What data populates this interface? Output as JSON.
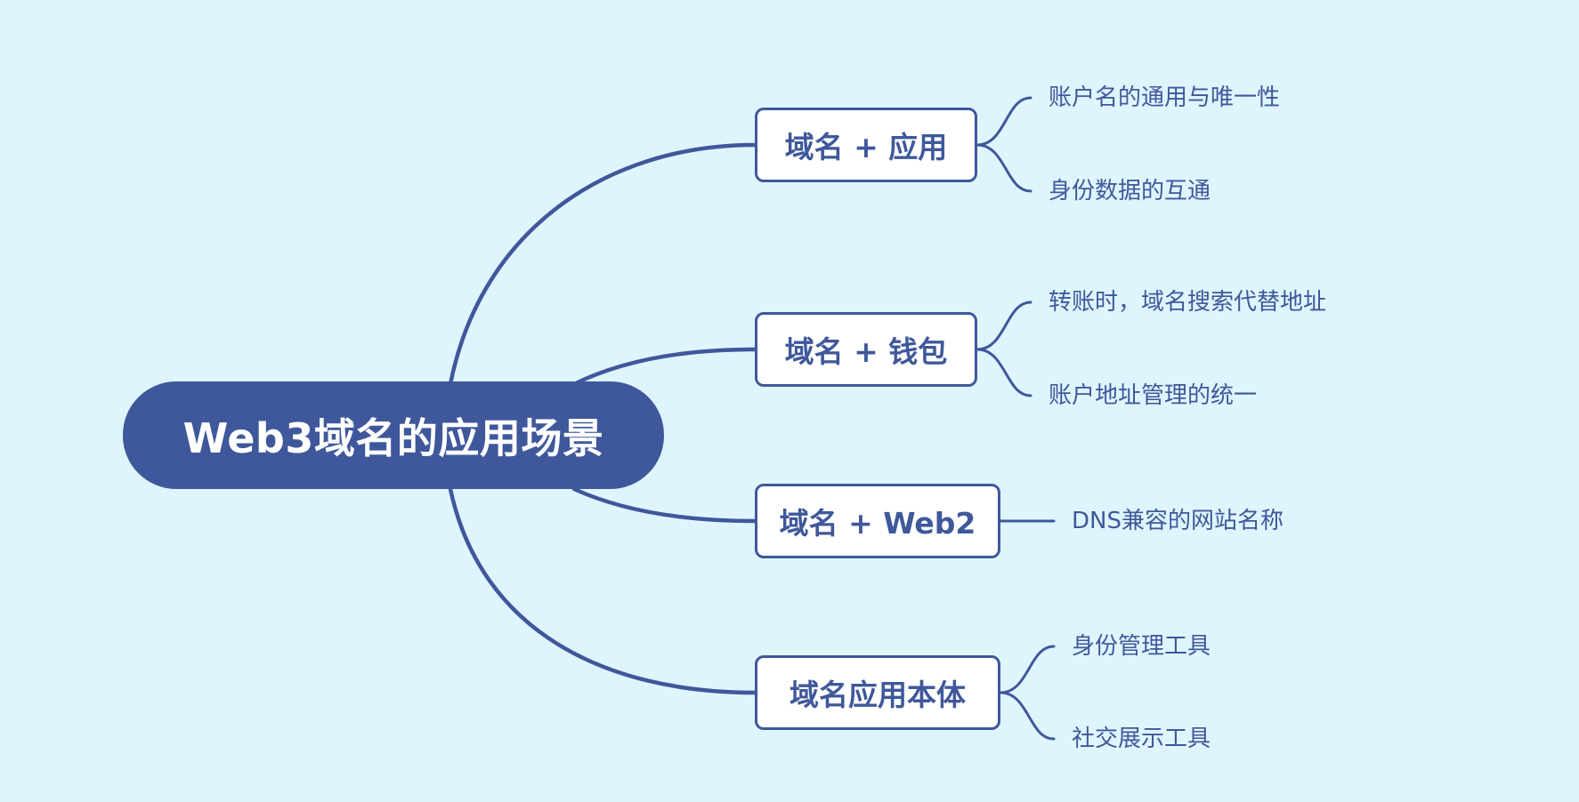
{
  "root": {
    "label": "Web3域名的应用场景"
  },
  "branches": [
    {
      "label": "域名 + 应用",
      "children": [
        "账户名的通用与唯一性",
        "身份数据的互通"
      ]
    },
    {
      "label": "域名 + 钱包",
      "children": [
        "转账时，域名搜索代替地址",
        "账户地址管理的统一"
      ]
    },
    {
      "label": "域名 + Web2",
      "children": [
        "DNS兼容的网站名称"
      ]
    },
    {
      "label": "域名应用本体",
      "children": [
        "身份管理工具",
        "社交展示工具"
      ]
    }
  ],
  "colors": {
    "background": "#dff5fd",
    "primary": "#3f589b",
    "node_fill": "#ffffff"
  }
}
